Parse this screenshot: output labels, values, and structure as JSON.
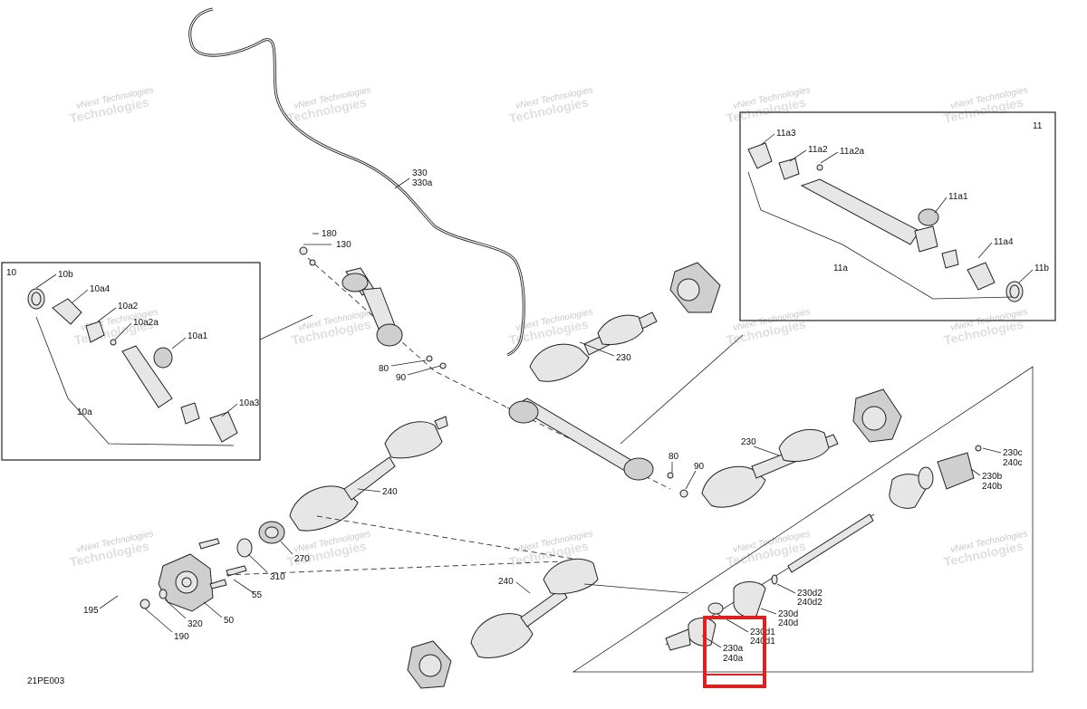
{
  "diagram": {
    "code": "21PE003",
    "watermark": {
      "line1": "vNext",
      "line2": "Technologies",
      "line3": "vNext Technologies"
    },
    "callouts": {
      "c330": "330",
      "c330a": "330a",
      "c180": "180",
      "c130": "130",
      "c80a": "80",
      "c90a": "90",
      "c80b": "80",
      "c90b": "90",
      "c230a": "230",
      "c230b": "230",
      "c240a": "240",
      "c240b": "240",
      "c270": "270",
      "c310": "310",
      "c55": "55",
      "c50": "50",
      "c320": "320",
      "c195": "195",
      "c190": "190",
      "c10": "10",
      "c10b": "10b",
      "c10a4": "10a4",
      "c10a2": "10a2",
      "c10a2a": "10a2a",
      "c10a1": "10a1",
      "c10a": "10a",
      "c10a3": "10a3",
      "c11": "11",
      "c11a3": "11a3",
      "c11a2": "11a2",
      "c11a2a": "11a2a",
      "c11a1": "11a1",
      "c11a4": "11a4",
      "c11a": "11a",
      "c11b": "11b",
      "c230c": "230c",
      "c240c": "240c",
      "c230b2": "230b",
      "c240b2": "240b",
      "c230d2": "230d2",
      "c240d2": "240d2",
      "c230d": "230d",
      "c240d": "240d",
      "c230d1": "230d1",
      "c240d1": "240d1",
      "c230a2": "230a",
      "c240a2": "240a"
    },
    "highlight_color": "#e02020"
  }
}
